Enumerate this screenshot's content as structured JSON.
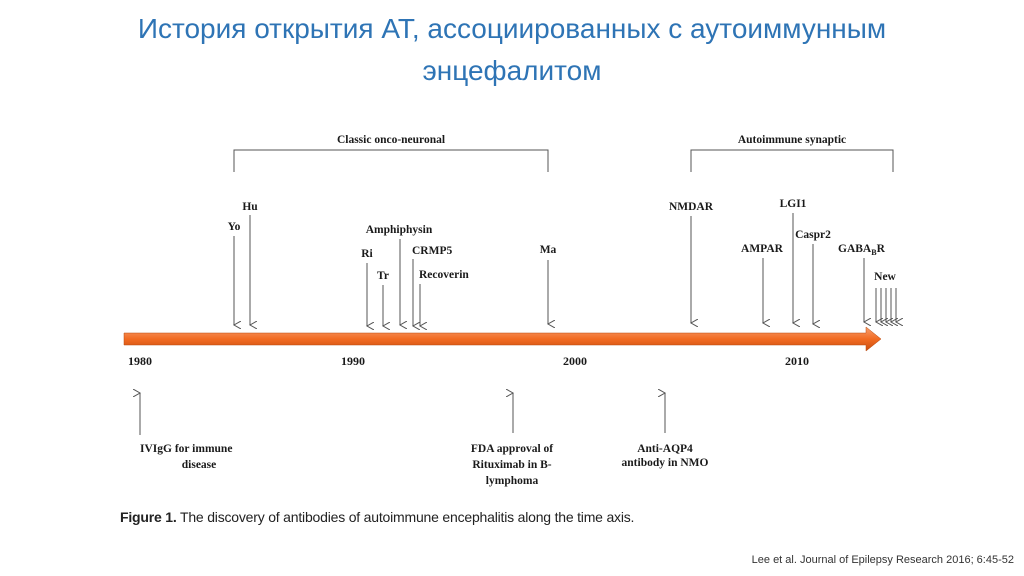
{
  "slide": {
    "title_line1": "История открытия АТ, ассоциированных с аутоиммунным",
    "title_line2": "энцефалитом",
    "source": "Lee et al. Journal of Epilepsy Research 2016; 6:45-52"
  },
  "figure": {
    "caption_label": "Figure 1.",
    "caption_text": "The discovery of antibodies of autoimmune encephalitis along the time axis.",
    "brackets": [
      "Classic onco-neuronal",
      "Autoimmune synaptic"
    ],
    "years": [
      "1980",
      "1990",
      "2000",
      "2010"
    ],
    "antibodies": [
      "Hu",
      "Yo",
      "Amphiphysin",
      "Ri",
      "CRMP5",
      "Tr",
      "Recoverin",
      "Ma",
      "NMDAR",
      "LGI1",
      "Caspr2",
      "AMPAR",
      "GABA",
      "B",
      "R",
      "New"
    ],
    "events": [
      [
        "IVIgG for immune",
        "disease"
      ],
      [
        "FDA approval of",
        "Rituximab in B-",
        "lymphoma"
      ],
      [
        "Anti-AQP4",
        "antibody in NMO"
      ]
    ],
    "colors": {
      "axis_arrow": "#f26b22",
      "title": "#2e74b5"
    }
  }
}
